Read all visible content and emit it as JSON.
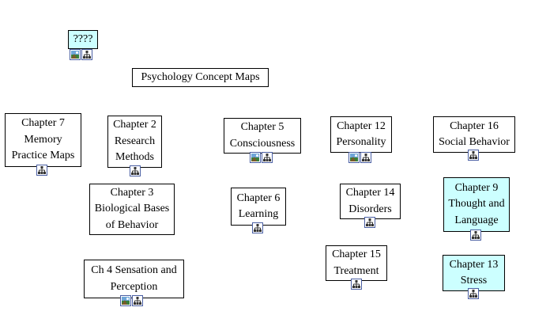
{
  "top_node": {
    "label": "????"
  },
  "title_node": {
    "label": "Psychology Concept Maps"
  },
  "nodes": {
    "ch7": {
      "lines": [
        "Chapter 7",
        "Memory",
        "Practice Maps"
      ]
    },
    "ch2": {
      "lines": [
        "Chapter 2",
        "Research",
        "Methods"
      ]
    },
    "ch5": {
      "lines": [
        "Chapter 5",
        "Consciousness"
      ]
    },
    "ch12": {
      "lines": [
        "Chapter 12",
        "Personality"
      ]
    },
    "ch16": {
      "lines": [
        "Chapter 16",
        "Social Behavior"
      ]
    },
    "ch3": {
      "lines": [
        "Chapter 3",
        "Biological Bases",
        "of Behavior"
      ]
    },
    "ch6": {
      "lines": [
        "Chapter 6",
        "Learning"
      ]
    },
    "ch14": {
      "lines": [
        "Chapter 14",
        "Disorders"
      ]
    },
    "ch9": {
      "lines": [
        "Chapter 9",
        "Thought and",
        "Language"
      ]
    },
    "ch4": {
      "lines": [
        "Ch 4 Sensation and",
        "Perception"
      ]
    },
    "ch15": {
      "lines": [
        "Chapter 15",
        "Treatment"
      ]
    },
    "ch13": {
      "lines": [
        "Chapter 13",
        "Stress"
      ]
    }
  },
  "colors": {
    "node_bg": "#ffffff",
    "highlight_bg": "#ccffff",
    "icon_border": "#4a5fa3"
  },
  "icons": {
    "image": "image-icon",
    "submap": "submap-icon"
  }
}
